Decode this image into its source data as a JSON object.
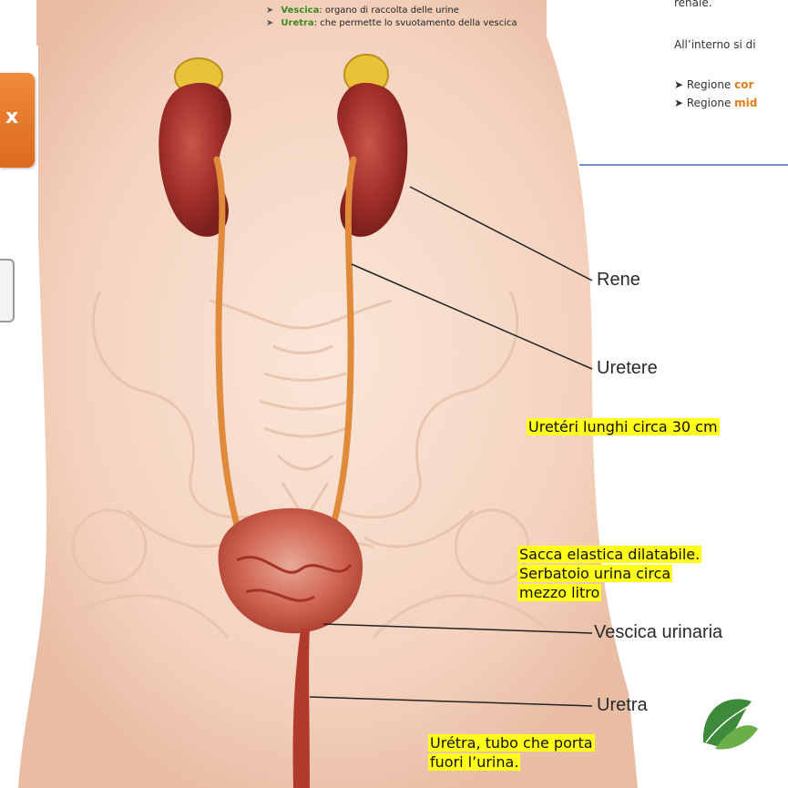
{
  "top_bullets": [
    {
      "term": "Vescica",
      "text": ": organo di raccolta delle urine"
    },
    {
      "term": "Uretra",
      "text": ": che permette lo svuotamento della vescica"
    }
  ],
  "right_panel": {
    "line1": "renale.",
    "line2": "All’interno si di",
    "bullet1_prefix": "Regione ",
    "bullet1_highlight": "cor",
    "bullet2_prefix": "Regione ",
    "bullet2_highlight": "mid"
  },
  "left_button_label": "x",
  "labels": {
    "rene": "Rene",
    "uretere": "Uretere",
    "vescica": "Vescica urinaria",
    "uretra": "Uretra"
  },
  "notes": {
    "ureteri": "Uretéri lunghi circa 30 cm",
    "sacca": [
      "Sacca elastica dilatabile.",
      "Serbatoio urina circa",
      "mezzo litro"
    ],
    "uretra": [
      "Urétra, tubo che porta",
      "fuori l’urina."
    ]
  },
  "colors": {
    "skin": "#f6d8c6",
    "kidney": "#a8322a",
    "ureter": "#e08a3c",
    "bladder": "#c84a3a",
    "highlight": "#ffff1a",
    "accent_orange": "#e07b16",
    "rule_blue": "#3f6fbf"
  }
}
